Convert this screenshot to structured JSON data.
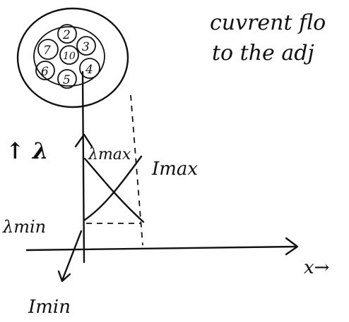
{
  "caption": {
    "line1": "cuvrent flo",
    "line2": "to the adj"
  },
  "bundle": {
    "strand_numbers": [
      "2",
      "7",
      "10",
      "3",
      "6",
      "4",
      "5"
    ]
  },
  "labels": {
    "lambda_axis": "↑ λ",
    "lambda_max": "λmax",
    "lambda_min": "λmin",
    "i_max": "Imax",
    "i_min": "Imin",
    "x_axis": "x→"
  }
}
